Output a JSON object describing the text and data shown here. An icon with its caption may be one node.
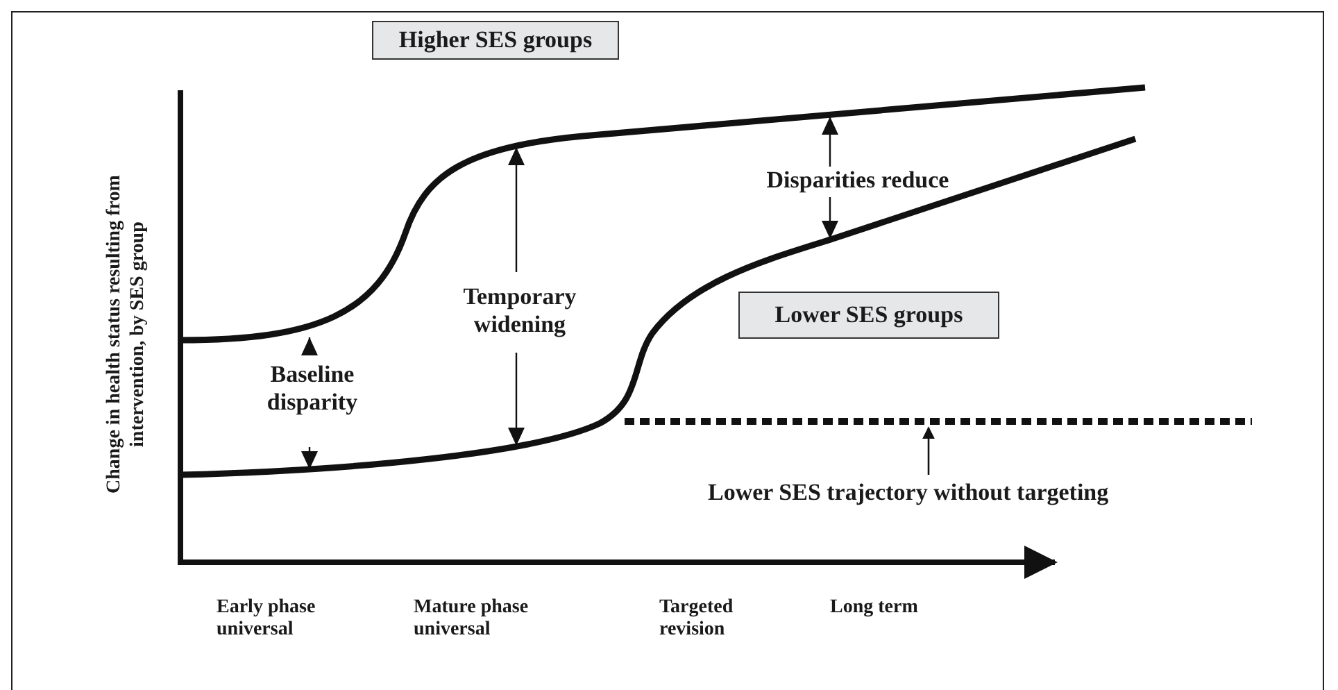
{
  "diagram": {
    "nodes": [
      {
        "text": [
          "Higher SES groups"
        ]
      },
      {
        "text": [
          "Lower SES groups"
        ]
      },
      {
        "text": [
          "Lower SES trajectory without targeting"
        ]
      },
      {
        "text": [],
        "shape": "line"
      }
    ],
    "edges": [
      {
        "from": 2,
        "to": 3,
        "arrow": "to"
      }
    ],
    "labels": [
      "Disparities reduce",
      "Temporary widening",
      "Baseline disparity",
      "Change in health status resulting from intervention, by SES group",
      "Early phase universal",
      "Mature phase universal",
      "Targeted revision",
      "Long term"
    ]
  }
}
